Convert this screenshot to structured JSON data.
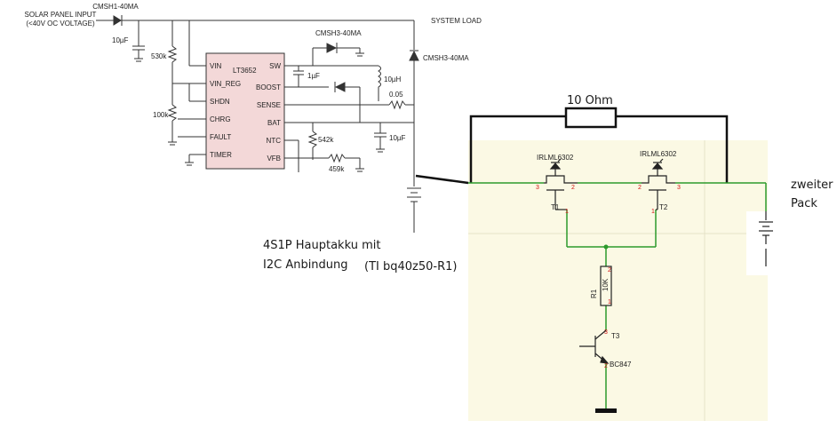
{
  "left_schematic": {
    "solar_input": [
      "SOLAR PANEL INPUT",
      "(<40V OC VOLTAGE)"
    ],
    "diode_input": "CMSH1-40MA",
    "cap_input": "10µF",
    "system_load": "SYSTEM LOAD",
    "diode_load": "CMSH3-40MA",
    "diode_boost": "CMSH3-40MA",
    "res_530k": "530k",
    "res_100k": "100k",
    "ic_name": "LT3652",
    "ic_pins_left": [
      "VIN",
      "VIN_REG",
      "SHDN",
      "CHRG",
      "FAULT",
      "TIMER"
    ],
    "ic_pins_right": [
      "SW",
      "BOOST",
      "SENSE",
      "BAT",
      "NTC",
      "VFB"
    ],
    "cap_1u": "1µF",
    "inductor": "10µH",
    "res_sense": "0.05",
    "res_542k": "542k",
    "res_459k": "459k",
    "cap_out": "10µF"
  },
  "annotations": {
    "resistor_10ohm": "10 Ohm",
    "main_pack": [
      "4S1P Hauptakku mit",
      "I2C Anbindung"
    ],
    "main_pack_chip": "(TI bq40z50-R1)",
    "second_pack": [
      "zweiter",
      "Pack"
    ]
  },
  "right_schematic": {
    "mosfet_part": "IRLML6302",
    "t1": "T1",
    "t2": "T2",
    "r1_value": "10K",
    "r1": "R1",
    "t3": "T3",
    "t3_part": "BC847",
    "pin_labels": {
      "p1": "1",
      "p2": "2",
      "p3": "3"
    },
    "colors": {
      "panel": "#fbf9e4",
      "wire": "#2c9a2c",
      "pin": "#d01010"
    }
  }
}
